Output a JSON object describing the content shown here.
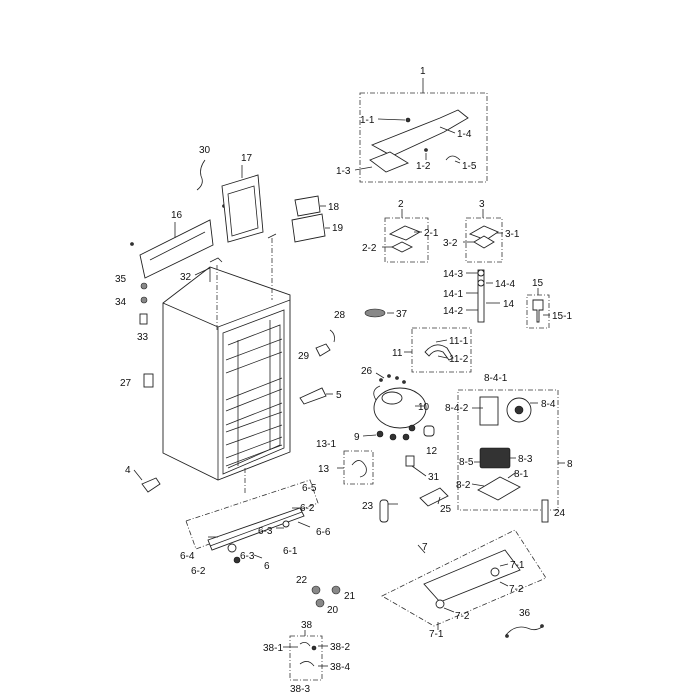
{
  "labels": {
    "l1": "1",
    "l1_1": "1-1",
    "l1_2": "1-2",
    "l1_3": "1-3",
    "l1_4": "1-4",
    "l1_5": "1-5",
    "l2": "2",
    "l2_1": "2-1",
    "l2_2": "2-2",
    "l3": "3",
    "l3_1": "3-1",
    "l3_2": "3-2",
    "l4": "4",
    "l5": "5",
    "l6": "6",
    "l6_1": "6-1",
    "l6_2a": "6-2",
    "l6_2b": "6-2",
    "l6_3a": "6-3",
    "l6_3b": "6-3",
    "l6_4": "6-4",
    "l6_5": "6-5",
    "l6_6": "6-6",
    "l7": "7",
    "l7_1a": "7-1",
    "l7_1b": "7-1",
    "l7_2a": "7-2",
    "l7_2b": "7-2",
    "l8": "8",
    "l8_1": "8-1",
    "l8_2": "8-2",
    "l8_3": "8-3",
    "l8_4": "8-4",
    "l8_4_1": "8-4-1",
    "l8_4_2": "8-4-2",
    "l8_5": "8-5",
    "l9": "9",
    "l10": "10",
    "l11": "11",
    "l11_1": "11-1",
    "l11_2": "11-2",
    "l12": "12",
    "l13": "13",
    "l13_1": "13-1",
    "l14": "14",
    "l14_1": "14-1",
    "l14_2": "14-2",
    "l14_3": "14-3",
    "l14_4": "14-4",
    "l15": "15",
    "l15_1": "15-1",
    "l16": "16",
    "l17": "17",
    "l18": "18",
    "l19": "19",
    "l20": "20",
    "l21": "21",
    "l22": "22",
    "l23": "23",
    "l24": "24",
    "l25": "25",
    "l26": "26",
    "l27": "27",
    "l28": "28",
    "l29": "29",
    "l30": "30",
    "l31": "31",
    "l32": "32",
    "l33": "33",
    "l34": "34",
    "l35": "35",
    "l36": "36",
    "l37": "37",
    "l38": "38",
    "l38_1": "38-1",
    "l38_2": "38-2",
    "l38_3": "38-3",
    "l38_4": "38-4"
  },
  "colors": {
    "line": "#222222",
    "background": "#ffffff"
  }
}
